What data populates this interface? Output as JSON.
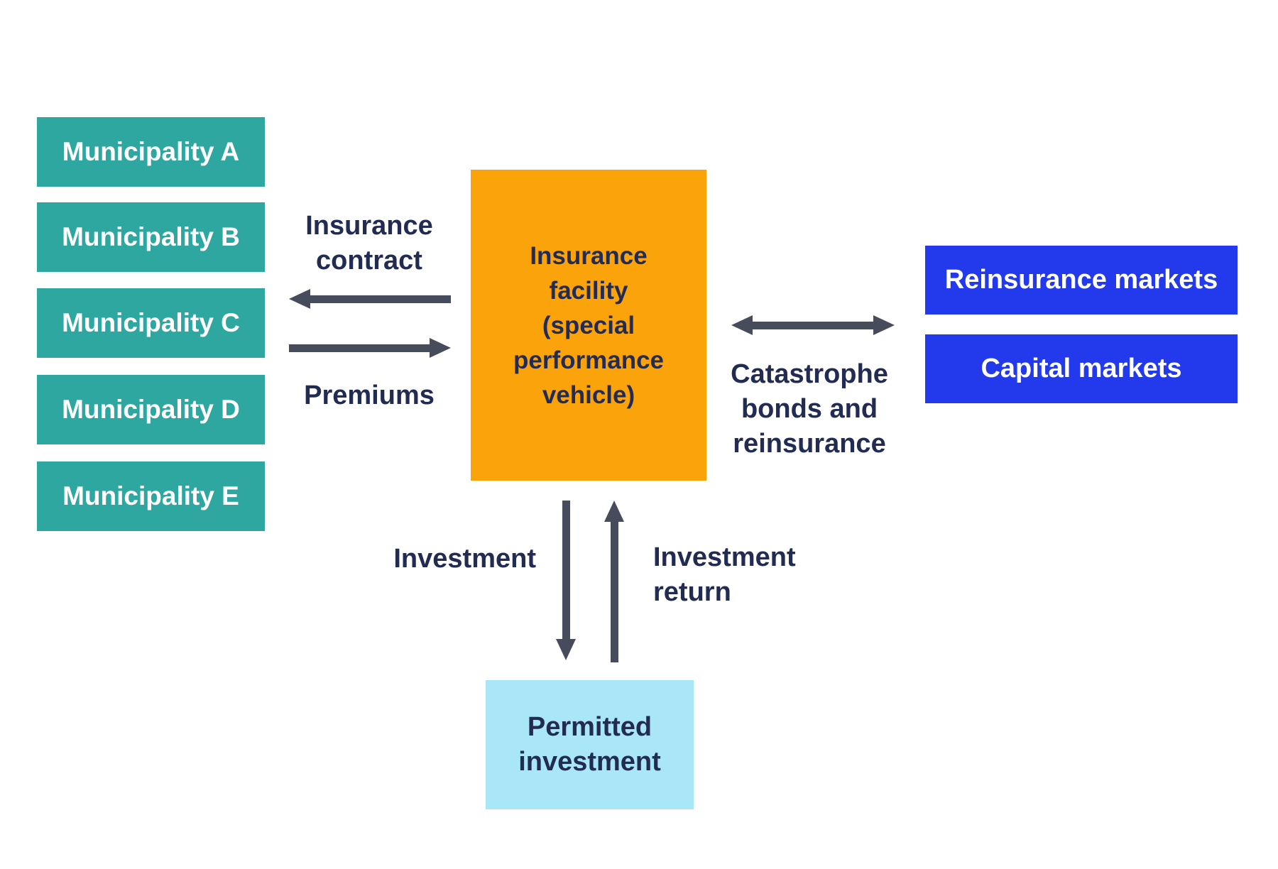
{
  "colors": {
    "teal": "#2FA7A1",
    "orange": "#FBA30B",
    "blue": "#2239EC",
    "light_cyan": "#A9E6F8",
    "navy_text": "#222B52",
    "arrow": "#464C5C",
    "background": "#FFFFFF"
  },
  "municipalities": [
    "Municipality A",
    "Municipality B",
    "Municipality C",
    "Municipality D",
    "Municipality E"
  ],
  "facility": {
    "label": "Insurance\nfacility\n(special\nperformance\nvehicle)"
  },
  "markets": [
    "Reinsurance markets",
    "Capital markets"
  ],
  "permitted": {
    "label": "Permitted\ninvestment"
  },
  "flow_labels": {
    "insurance_contract": "Insurance\ncontract",
    "premiums": "Premiums",
    "catastrophe_bonds": "Catastrophe\nbonds and\nreinsurance",
    "investment": "Investment",
    "investment_return": "Investment\nreturn"
  }
}
